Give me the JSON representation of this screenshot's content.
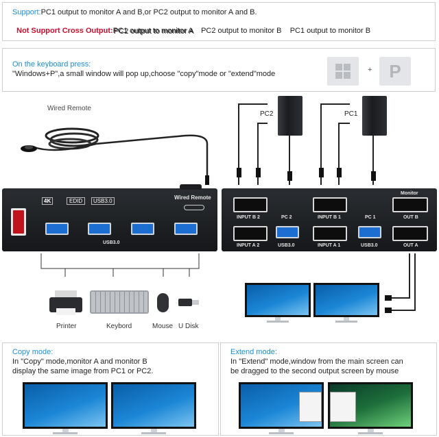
{
  "support": {
    "label": "Support:",
    "text": "PC1 output to monitor A and B,or PC2 output to monitor A and B."
  },
  "not_support": {
    "label": "Not Support Cross Output:",
    "line1": "PC1 output to monitor A    PC2 output to monitor B    PC1 output to monitor B",
    "line2": "PC2 output to monitor A"
  },
  "keyboard": {
    "heading": "On the keyboard press:",
    "text": "\"Windows+P\",a small window will pop up,choose \"copy\"mode or \"extend\"mode",
    "plus": "+",
    "key_p": "P"
  },
  "remote_label": "Wired Remote",
  "device": {
    "badges": [
      "4K",
      "EDID",
      "USB3.0"
    ],
    "remote_label": "Wired Remote",
    "usb_label": "USB3.0",
    "ports": {
      "input_b2": "INPUT B 2",
      "input_a2": "INPUT A 2",
      "pc2": "PC 2",
      "usb_pc2": "USB3.0",
      "input_b1": "INPUT B 1",
      "input_a1": "INPUT A 1",
      "pc1": "PC 1",
      "usb_pc1": "USB3.0",
      "monitor": "Monitor",
      "out_b": "OUT B",
      "out_a": "OUT A"
    }
  },
  "pcs": {
    "pc2": "PC2",
    "pc1": "PC1"
  },
  "peripherals": [
    "Printer",
    "Keybord",
    "Mouse",
    "U Disk"
  ],
  "copy_mode": {
    "title": "Copy mode:",
    "line1": "In \"Copy\" mode,monitor A and monitor B",
    "line2": "display the same image from PC1 or PC2."
  },
  "extend_mode": {
    "title": "Extend mode:",
    "line1": "In \"Extend\" mode,window from the main screen can",
    "line2": "be dragged to the second output screen by mouse"
  },
  "colors": {
    "accent": "#1a8fd6",
    "warning": "#c8102e",
    "usb_blue": "#1c6fd1"
  }
}
